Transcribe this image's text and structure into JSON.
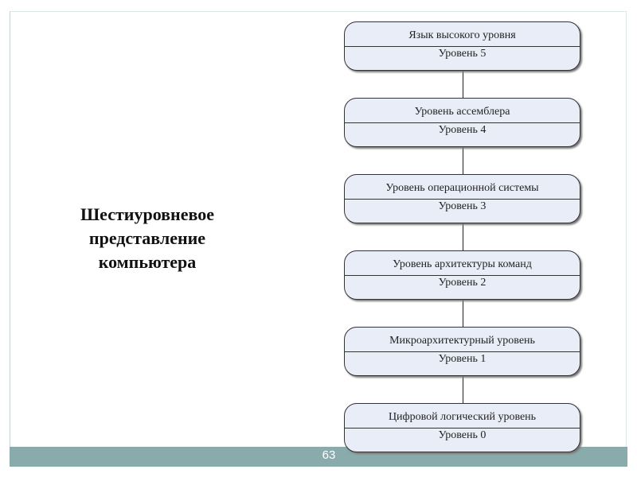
{
  "slide": {
    "title_lines": [
      "Шестиуровневое",
      "представление",
      "компьютера"
    ],
    "page_number": "63"
  },
  "levels": [
    {
      "name": "Язык высокого уровня",
      "level": "Уровень 5"
    },
    {
      "name": "Уровень ассемблера",
      "level": "Уровень 4"
    },
    {
      "name": "Уровень операционной системы",
      "level": "Уровень 3"
    },
    {
      "name": "Уровень архитектуры команд",
      "level": "Уровень 2"
    },
    {
      "name": "Микроархитектурный уровень",
      "level": "Уровень 1"
    },
    {
      "name": "Цифровой логический уровень",
      "level": "Уровень 0"
    }
  ]
}
